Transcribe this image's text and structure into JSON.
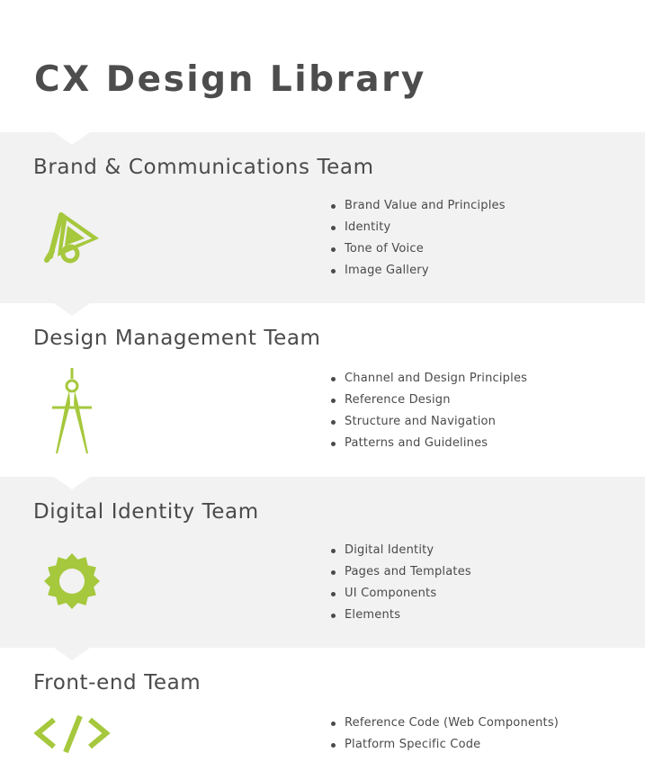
{
  "page": {
    "title": "CX Design Library"
  },
  "colors": {
    "accent": "#a5c83c",
    "band": "#f2f2f2",
    "text": "#4a4a4a"
  },
  "sections": [
    {
      "title": "Brand & Communications Team",
      "icon": "megaphone-icon",
      "links": [
        "Brand Value and Principles",
        "Identity",
        "Tone of Voice",
        "Image Gallery"
      ]
    },
    {
      "title": "Design Management Team",
      "icon": "compass-icon",
      "links": [
        "Channel and Design Principles",
        "Reference Design",
        "Structure and Navigation",
        "Patterns and Guidelines"
      ]
    },
    {
      "title": "Digital Identity Team",
      "icon": "gear-icon",
      "links": [
        "Digital Identity",
        "Pages and Templates",
        "UI Components",
        "Elements"
      ]
    },
    {
      "title": "Front-end Team",
      "icon": "code-icon",
      "links": [
        "Reference Code (Web Components)",
        "Platform Specific Code"
      ]
    }
  ]
}
